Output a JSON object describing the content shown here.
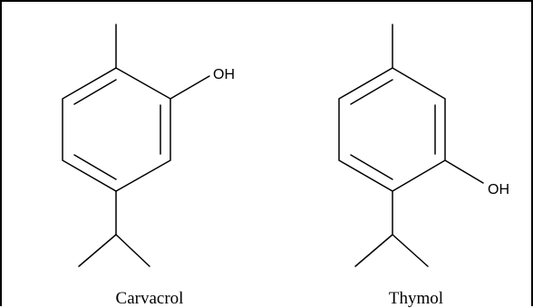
{
  "molecules": [
    {
      "name": "Carvacrol",
      "substituent_label": "OH"
    },
    {
      "name": "Thymol",
      "substituent_label": "OH"
    }
  ],
  "colors": {
    "line": "#000000",
    "background": "#ffffff"
  }
}
